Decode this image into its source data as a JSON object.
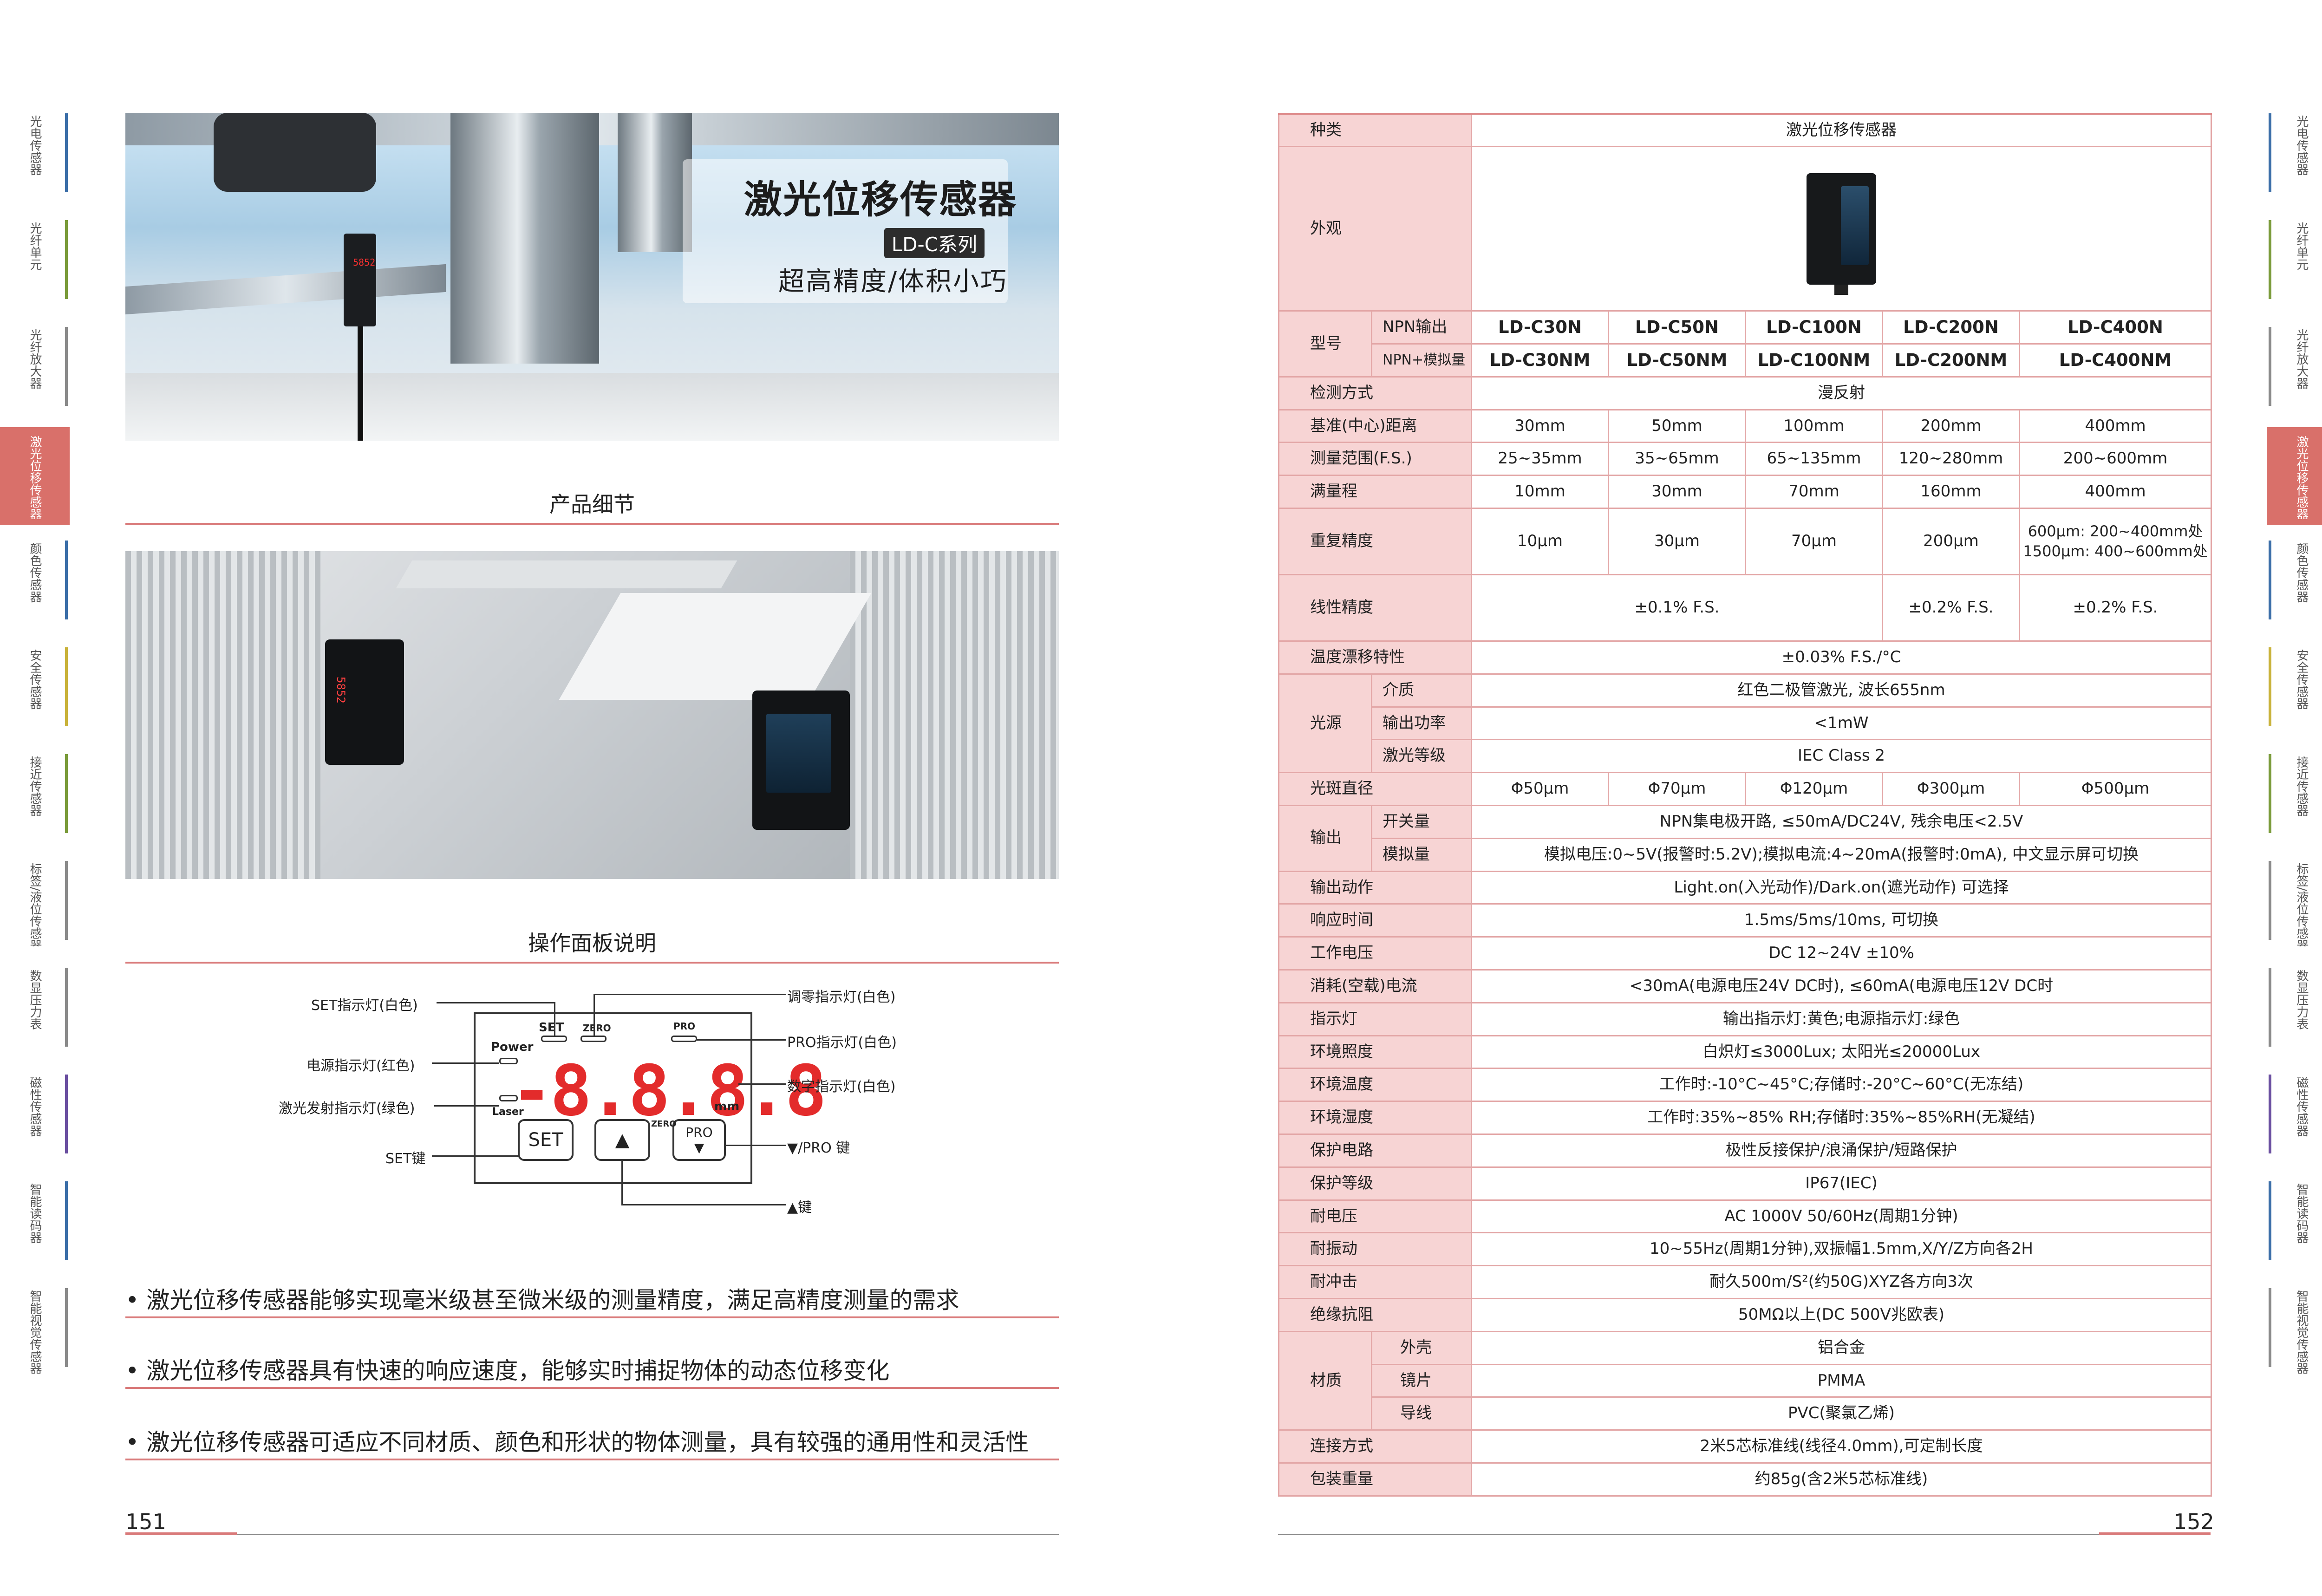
{
  "side_tabs": [
    {
      "label": "光电传感器",
      "color": "#3b6ea8"
    },
    {
      "label": "光纤单元",
      "color": "#7a9b3a"
    },
    {
      "label": "光纤放大器",
      "color": "#8a8a8a"
    },
    {
      "label": "激光位移传感器",
      "color": "#d9706a",
      "active": true
    },
    {
      "label": "颜色传感器",
      "color": "#3b6ea8"
    },
    {
      "label": "安全传感器",
      "color": "#c9b23a"
    },
    {
      "label": "接近传感器",
      "color": "#7a9b3a"
    },
    {
      "label": "标签/液位传感器",
      "color": "#8a8a8a"
    },
    {
      "label": "数显压力表",
      "color": "#8a8a8a"
    },
    {
      "label": "磁性传感器",
      "color": "#6a4fa0"
    },
    {
      "label": "智能读码器",
      "color": "#3b6ea8"
    },
    {
      "label": "智能视觉传感器",
      "color": "#8a8a8a"
    }
  ],
  "hero": {
    "title": "激光位移传感器",
    "series": "LD-C系列",
    "tagline": "超高精度/体积小巧",
    "sensor_display": "5852"
  },
  "sections": {
    "details": "产品细节",
    "panel": "操作面板说明"
  },
  "panel_diagram": {
    "left_labels": {
      "set_led": "SET指示灯(白色)",
      "power_led": "电源指示灯(红色)",
      "laser_led": "激光发射指示灯(绿色)",
      "set_key": "SET键"
    },
    "right_labels": {
      "zero_led": "调零指示灯(白色)",
      "pro_led": "PRO指示灯(白色)",
      "digit_led": "数字指示灯(白色)",
      "pro_key": "▼/PRO 键",
      "up_key": "▲键"
    },
    "panel_text": {
      "set": "SET",
      "zero": "ZERO",
      "pro": "PRO",
      "power": "Power",
      "laser": "Laser",
      "display": "-8.8.8.8",
      "unit": "mm",
      "key_set": "SET",
      "key_up": "▲",
      "key_pro": "PRO",
      "key_pro_arrow": "▼",
      "key_zero": "ZERO"
    }
  },
  "bullets": [
    "激光位移传感器能够实现毫米级甚至微米级的测量精度，满足高精度测量的需求",
    "激光位移传感器具有快速的响应速度，能够实时捕捉物体的动态位移变化",
    "激光位移传感器可适应不同材质、颜色和形状的物体测量，具有较强的通用性和灵活性"
  ],
  "page_numbers": {
    "left": "151",
    "right": "152"
  },
  "spec": {
    "kind_label": "种类",
    "kind_value": "激光位移传感器",
    "appearance_label": "外观",
    "model_label": "型号",
    "model_npn_label": "NPN输出",
    "model_npn": [
      "LD-C30N",
      "LD-C50N",
      "LD-C100N",
      "LD-C200N",
      "LD-C400N"
    ],
    "model_analog_label": "NPN+模拟量",
    "model_analog": [
      "LD-C30NM",
      "LD-C50NM",
      "LD-C100NM",
      "LD-C200NM",
      "LD-C400NM"
    ],
    "detect_label": "检测方式",
    "detect_value": "漫反射",
    "ref_label": "基准(中心)距离",
    "ref_values": [
      "30mm",
      "50mm",
      "100mm",
      "200mm",
      "400mm"
    ],
    "range_label": "测量范围(F.S.)",
    "range_values": [
      "25~35mm",
      "35~65mm",
      "65~135mm",
      "120~280mm",
      "200~600mm"
    ],
    "full_label": "满量程",
    "full_values": [
      "10mm",
      "30mm",
      "70mm",
      "160mm",
      "400mm"
    ],
    "repeat_label": "重复精度",
    "repeat_values": [
      "10μm",
      "30μm",
      "70μm",
      "200μm"
    ],
    "repeat_last_1": "600μm: 200~400mm处",
    "repeat_last_2": "1500μm: 400~600mm处",
    "linear_label": "线性精度",
    "linear_values": [
      "±0.1%  F.S.",
      "±0.2%  F.S.",
      "±0.2%  F.S."
    ],
    "temp_drift_label": "温度漂移特性",
    "temp_drift_value": "±0.03% F.S./°C",
    "light_label": "光源",
    "medium_label": "介质",
    "medium_value": "红色二极管激光, 波长655nm",
    "power_label": "输出功率",
    "power_value": "<1mW",
    "class_label": "激光等级",
    "class_value": "IEC Class 2",
    "spot_label": "光斑直径",
    "spot_values": [
      "Φ50μm",
      "Φ70μm",
      "Φ120μm",
      "Φ300μm",
      "Φ500μm"
    ],
    "output_label": "输出",
    "switch_label": "开关量",
    "switch_value": "NPN集电极开路, ≤50mA/DC24V, 残余电压<2.5V",
    "analog_label": "模拟量",
    "analog_value": "模拟电压:0~5V(报警时:5.2V);模拟电流:4~20mA(报警时:0mA), 中文显示屏可切换",
    "action_label": "输出动作",
    "action_value": "Light.on(入光动作)/Dark.on(遮光动作) 可选择",
    "response_label": "响应时间",
    "response_value": "1.5ms/5ms/10ms, 可切换",
    "voltage_label": "工作电压",
    "voltage_value": "DC 12~24V ±10%",
    "current_label": "消耗(空载)电流",
    "current_value": "<30mA(电源电压24V DC时), ≤60mA(电源电压12V DC时",
    "indicator_label": "指示灯",
    "indicator_value": "输出指示灯:黄色;电源指示灯:绿色",
    "illum_label": "环境照度",
    "illum_value": "白炽灯≤3000Lux; 太阳光≤20000Lux",
    "envtemp_label": "环境温度",
    "envtemp_value": "工作时:-10°C~45°C;存储时:-20°C~60°C(无冻结)",
    "humidity_label": "环境湿度",
    "humidity_value": "工作时:35%~85% RH;存储时:35%~85%RH(无凝结)",
    "protect_label": "保护电路",
    "protect_value": "极性反接保护/浪涌保护/短路保护",
    "ip_label": "保护等级",
    "ip_value": "IP67(IEC)",
    "withstand_label": "耐电压",
    "withstand_value": "AC 1000V 50/60Hz(周期1分钟)",
    "vibration_label": "耐振动",
    "vibration_value": "10~55Hz(周期1分钟),双振幅1.5mm,X/Y/Z方向各2H",
    "shock_label": "耐冲击",
    "shock_value": "耐久500m/S²(约50G)XYZ各方向3次",
    "insulation_label": "绝缘抗阻",
    "insulation_value": "50MΩ以上(DC 500V兆欧表)",
    "material_label": "材质",
    "shell_label": "外壳",
    "shell_value": "铝合金",
    "lens_label": "镜片",
    "lens_value": "PMMA",
    "wire_label": "导线",
    "wire_value": "PVC(聚氯乙烯)",
    "connect_label": "连接方式",
    "connect_value": "2米5芯标准线(线径4.0mm),可定制长度",
    "weight_label": "包装重量",
    "weight_value": "约85g(含2米5芯标准线)"
  }
}
